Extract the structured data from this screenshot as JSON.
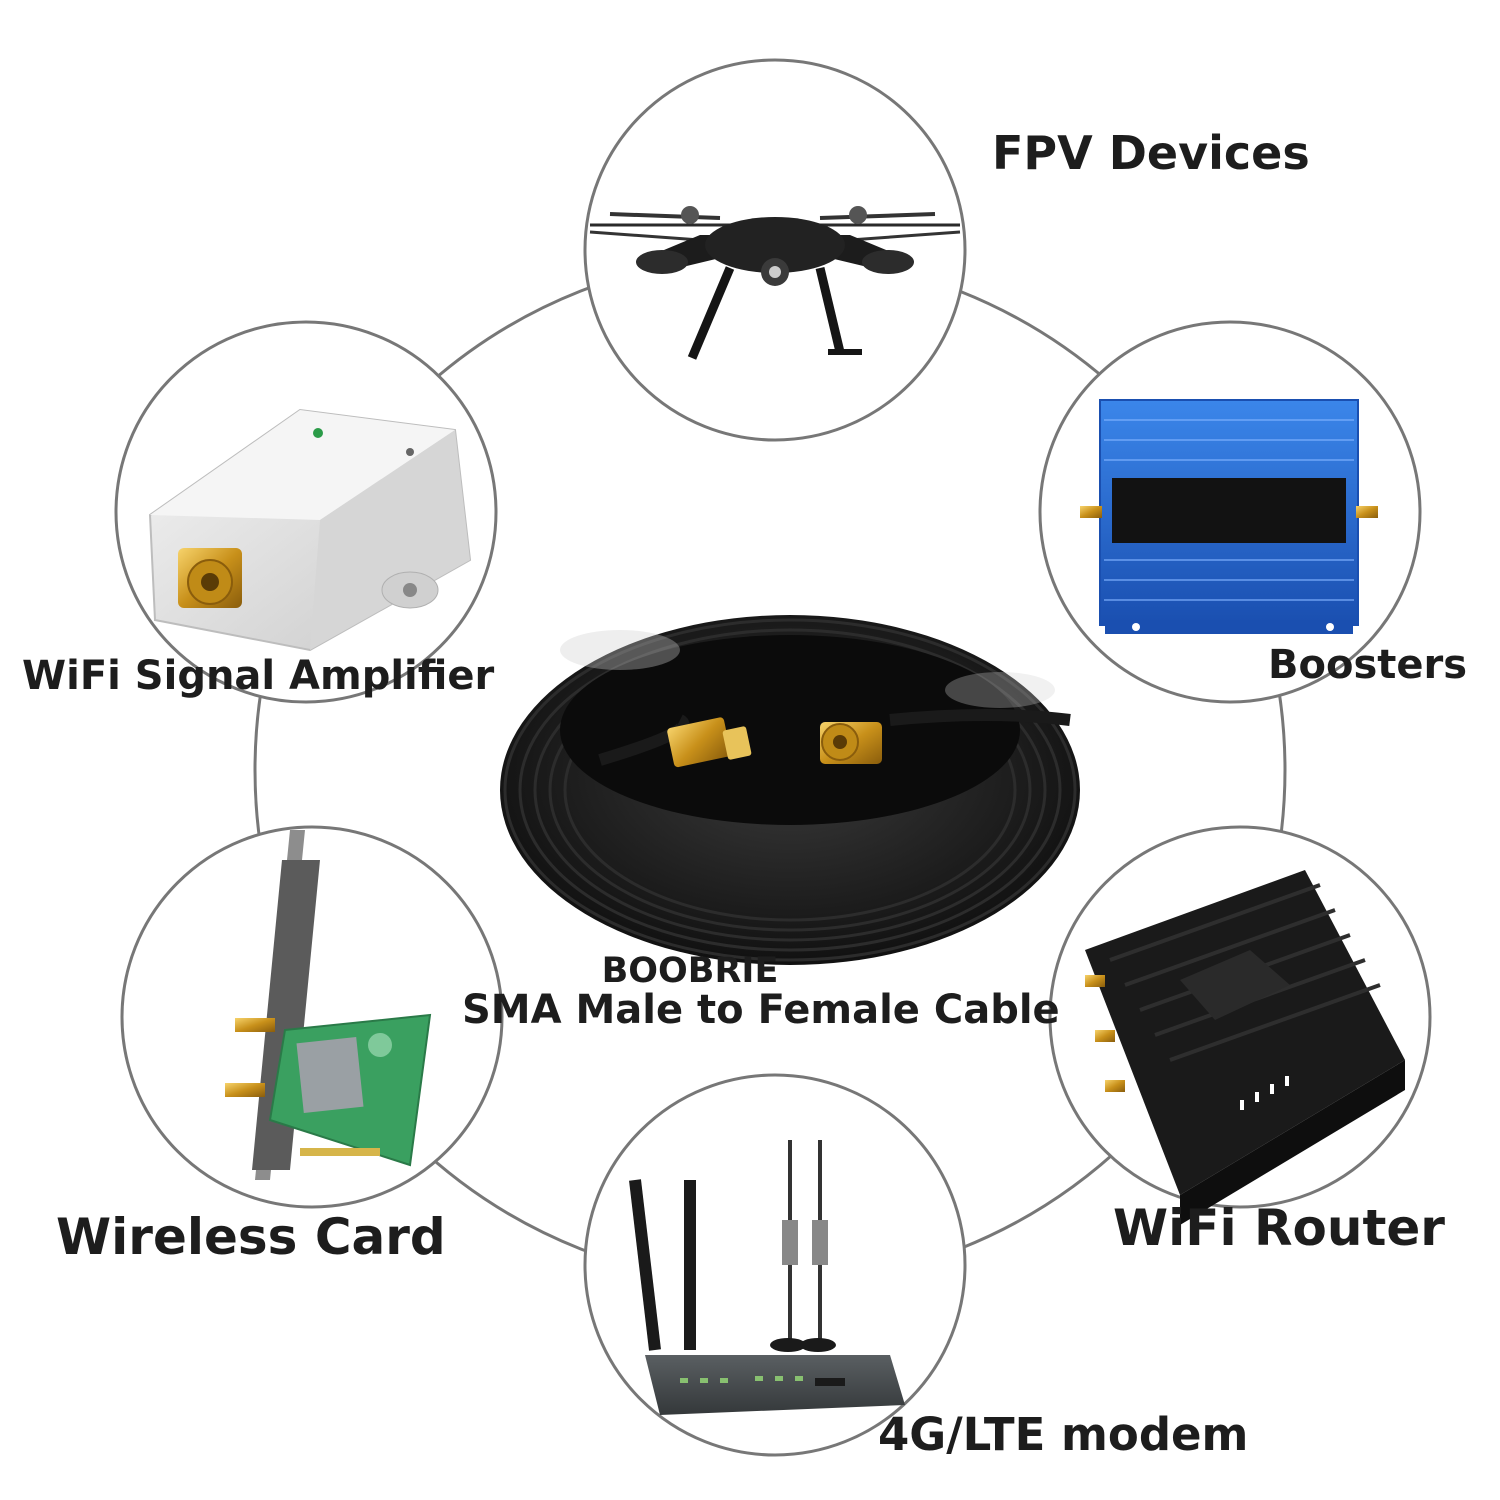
{
  "labels": {
    "fpv": "FPV Devices",
    "amplifier": "WiFi Signal Amplifier",
    "boosters": "Boosters",
    "brand": "BOOBRIE",
    "product": "SMA Male to Female Cable",
    "wireless_card": "Wireless Card",
    "router": "WiFi Router",
    "modem": "4G/LTE modem"
  },
  "pictures": [
    "drone",
    "wifi-amplifier-box",
    "cellular-booster",
    "pcie-wireless-card",
    "wifi-router",
    "lte-modem",
    "coiled-sma-cable"
  ],
  "colors": {
    "ring": "#777777",
    "text": "#1d1d1d",
    "cable": "#141414",
    "gold": "#d9a520",
    "booster_blue": "#2a6fd6",
    "pcb_green": "#3aa060"
  }
}
